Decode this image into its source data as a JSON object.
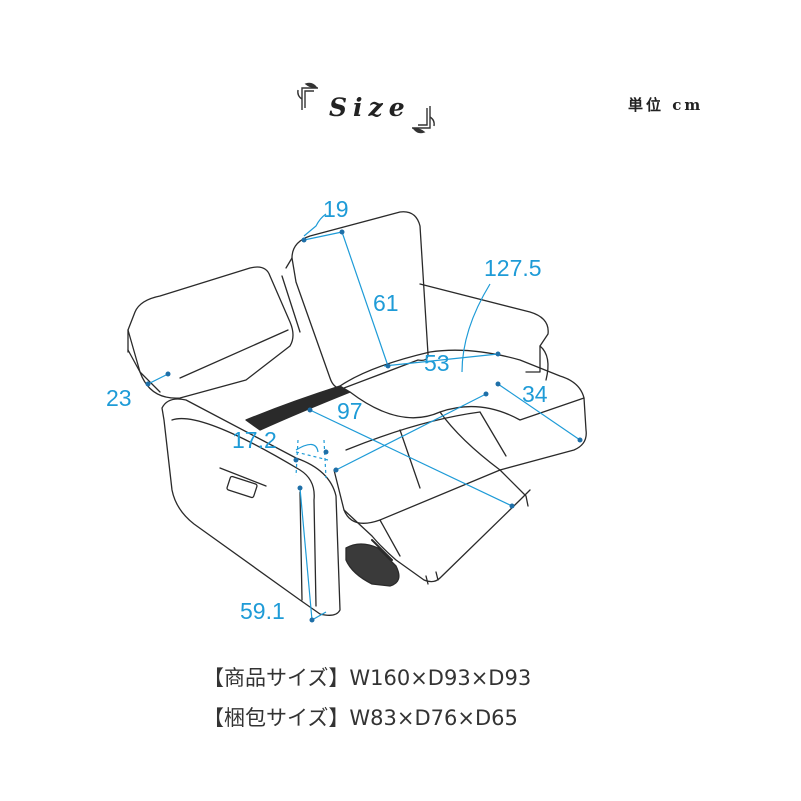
{
  "title": "Size",
  "unit_label": "単位 cm",
  "dimensions": {
    "armrest_width": "19",
    "backrest_height": "61",
    "overall_reclined_length": "127.5",
    "seat_width": "53",
    "footrest_length": "34",
    "back_angle_height": "23",
    "seat_depth": "97",
    "arm_top_width": "17.2",
    "floor_to_arm": "59.1"
  },
  "specs": {
    "product_size": "【商品サイズ】W160×D93×D93",
    "package_size": "【梱包サイズ】W83×D76×D65"
  },
  "colors": {
    "dimension_blue": "#1e9bd7",
    "outline": "#2a2a2a",
    "text": "#333333"
  }
}
